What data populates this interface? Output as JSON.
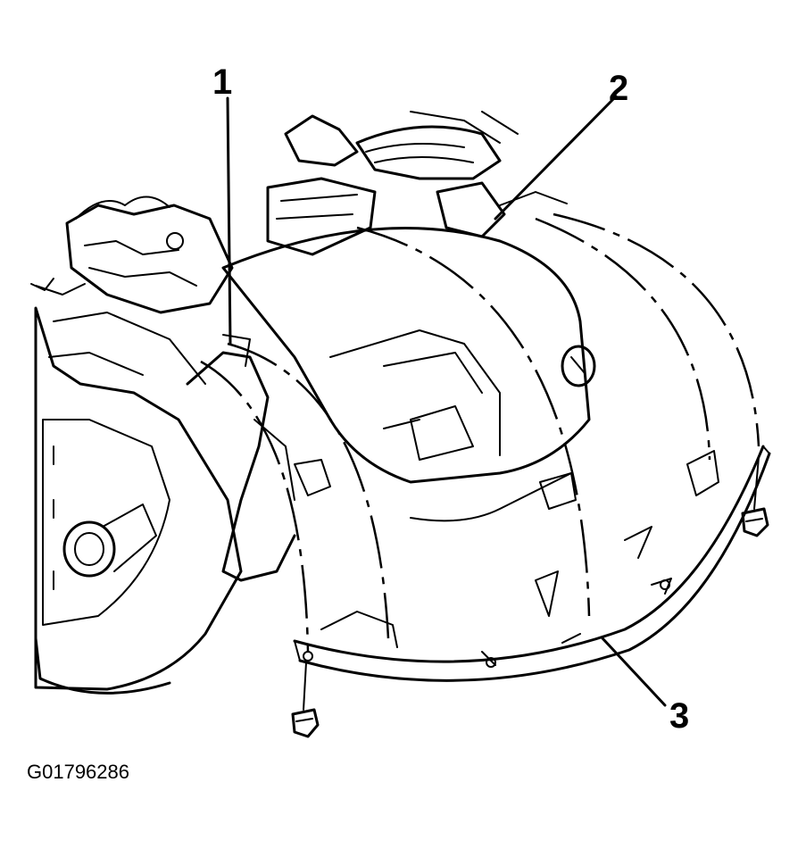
{
  "figure_id": "G01796286",
  "callouts": [
    {
      "label": "1"
    },
    {
      "label": "2"
    },
    {
      "label": "3"
    }
  ],
  "colors": {
    "ink": "#000000",
    "paper": "#ffffff"
  }
}
